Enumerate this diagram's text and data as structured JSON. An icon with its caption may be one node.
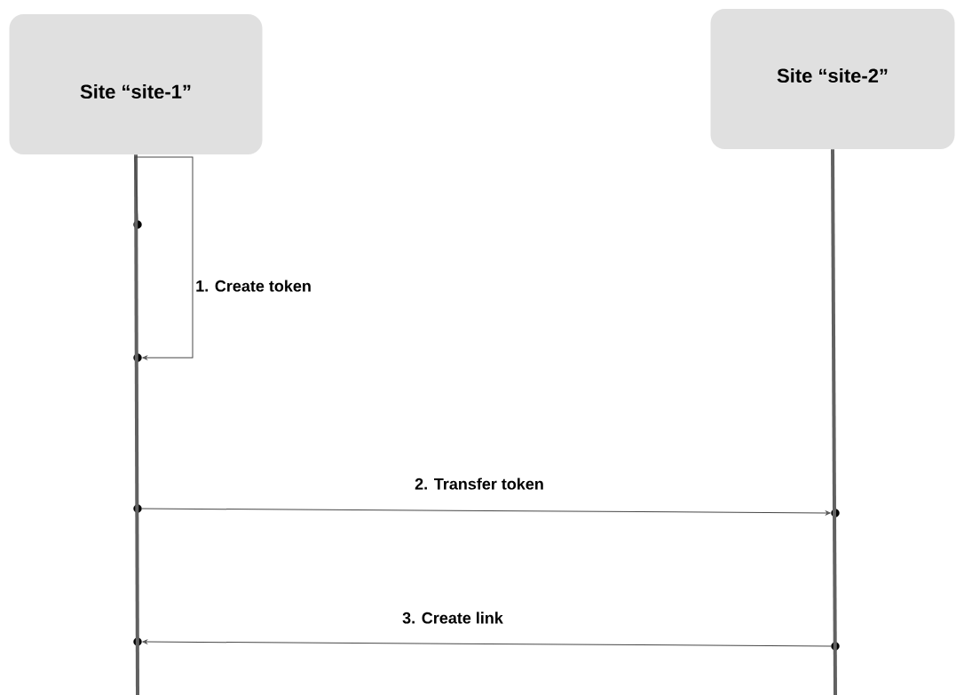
{
  "diagram": {
    "nodes": [
      {
        "text": [
          "Site “site-1”"
        ]
      },
      {
        "text": [
          "Site “site-2”"
        ]
      },
      {
        "text": [],
        "shape": "circle"
      },
      {
        "text": [],
        "shape": "circle"
      },
      {
        "text": [],
        "shape": "circle"
      },
      {
        "text": [],
        "shape": "circle"
      },
      {
        "text": [],
        "shape": "circle"
      },
      {
        "text": [],
        "shape": "circle"
      }
    ],
    "edges": [
      {
        "from": 0,
        "to": null,
        "arrow": "none",
        "style": "thick"
      },
      {
        "from": 1,
        "to": null,
        "arrow": "none",
        "style": "thick"
      },
      {
        "from": 2,
        "to": 3,
        "arrow": "to",
        "label": "1. Create token"
      },
      {
        "from": 4,
        "to": 5,
        "arrow": "to",
        "label": "2. Transfer token"
      },
      {
        "from": 7,
        "to": 6,
        "arrow": "to",
        "label": "3. Create link"
      }
    ]
  }
}
